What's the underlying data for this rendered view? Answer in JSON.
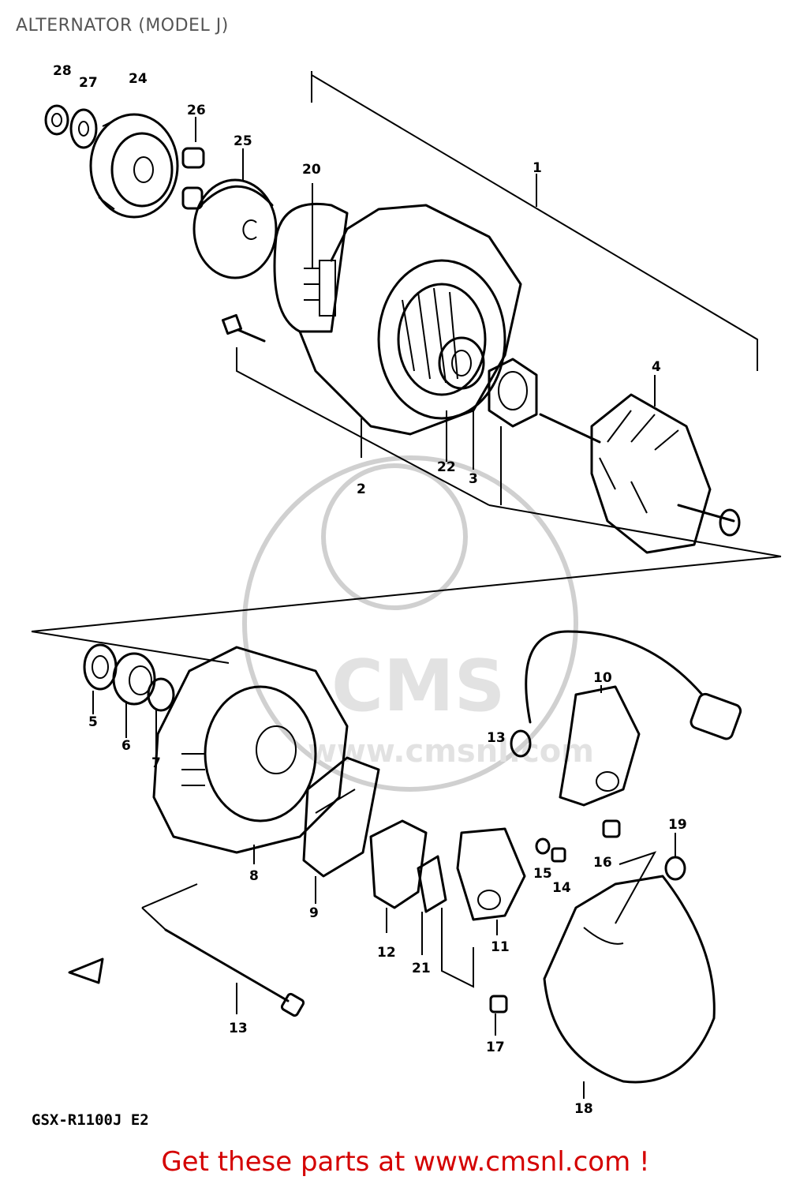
{
  "title": "ALTERNATOR (MODEL J)",
  "model_code": "GSX-R1100J E2",
  "footer_text": "Get these parts at www.cmsnl.com !",
  "watermark": {
    "text": "CMS",
    "url": "www.cmsnl.com"
  },
  "callouts": [
    "1",
    "2",
    "3",
    "4",
    "5",
    "6",
    "7",
    "8",
    "9",
    "10",
    "11",
    "12",
    "13",
    "13",
    "14",
    "15",
    "16",
    "17",
    "18",
    "19",
    "20",
    "21",
    "22",
    "24",
    "25",
    "26",
    "27",
    "28"
  ],
  "colors": {
    "footer": "#d40000",
    "line_art": "#000000",
    "watermark": "#d0d0d0"
  }
}
